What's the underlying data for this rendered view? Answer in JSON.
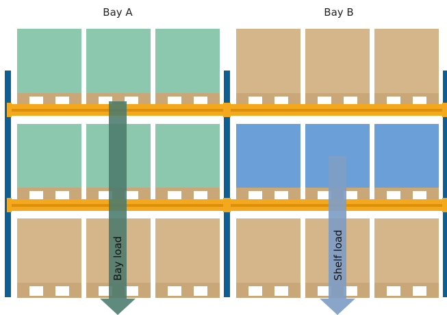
{
  "titles": {
    "bay_a": "Bay A",
    "bay_b": "Bay B"
  },
  "arrows": {
    "bay_load": "Bay load",
    "shelf_load": "Shelf load"
  },
  "colors": {
    "upright": "#0d5f93",
    "beam": "#f4a81d",
    "beam_dark": "#de8f0a",
    "pallet_wood": "#c9a779",
    "box_default": "#d4b68a",
    "box_green": "#8bc8ae",
    "box_blue": "#6a9fd8",
    "arrow_bay": "#4b7a6c",
    "arrow_shelf": "#7f9dc4"
  },
  "rack": {
    "bays": [
      {
        "name": "Bay A",
        "levels": [
          "green",
          "green",
          "default"
        ]
      },
      {
        "name": "Bay B",
        "levels": [
          "default",
          "blue",
          "default"
        ]
      }
    ],
    "pallets_per_level": 3
  }
}
